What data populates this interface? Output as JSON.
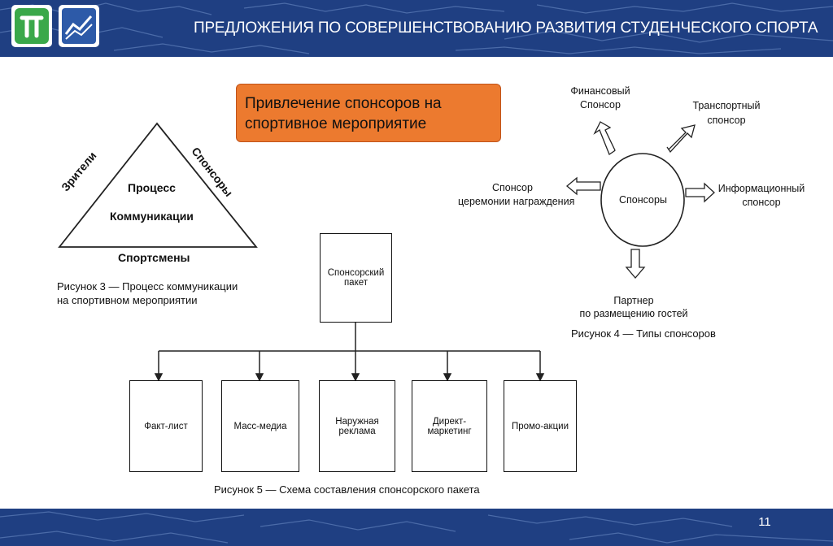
{
  "header": {
    "title": "ПРЕДЛОЖЕНИЯ ПО СОВЕРШЕНСТВОВАНИЮ РАЗВИТИЯ СТУДЕНЧЕСКОГО СПОРТА",
    "logo_left_icon": "pi-logo-icon",
    "logo_right_icon": "chart-logo-icon"
  },
  "colors": {
    "band": "#1f3f82",
    "callout": "#ec7a2f",
    "logo_green": "#3aa84a",
    "logo_blue": "#2d5aa8"
  },
  "callout": {
    "line1": "Привлечение спонсоров на",
    "line2": "спортивное мероприятие"
  },
  "figure3": {
    "left_side": "Зрители",
    "right_side": "Спонсоры",
    "base": "Спортсмены",
    "center_line1": "Процесс",
    "center_line2": "Коммуникации",
    "caption_line1": "Рисунок 3 — Процесс коммуникации",
    "caption_line2": "на спортивном мероприятии"
  },
  "figure4": {
    "center": "Спонсоры",
    "financial_line1": "Финансовый",
    "financial_line2": "Спонсор",
    "transport_line1": "Транспортный",
    "transport_line2": "спонсор",
    "info_line1": "Информационный",
    "info_line2": "спонсор",
    "ceremony_line1": "Спонсор",
    "ceremony_line2": "церемонии награждения",
    "partner_line1": "Партнер",
    "partner_line2": "по размещению гостей",
    "caption": "Рисунок 4 — Типы спонсоров"
  },
  "figure5": {
    "root": "Спонсорский пакет",
    "children": [
      "Факт-лист",
      "Масс-медиа",
      "Наружная реклама",
      "Директ-маркетинг",
      "Промо-акции"
    ],
    "caption": "Рисунок 5 — Схема составления спонсорского пакета"
  },
  "footer": {
    "slide_number": "11"
  }
}
